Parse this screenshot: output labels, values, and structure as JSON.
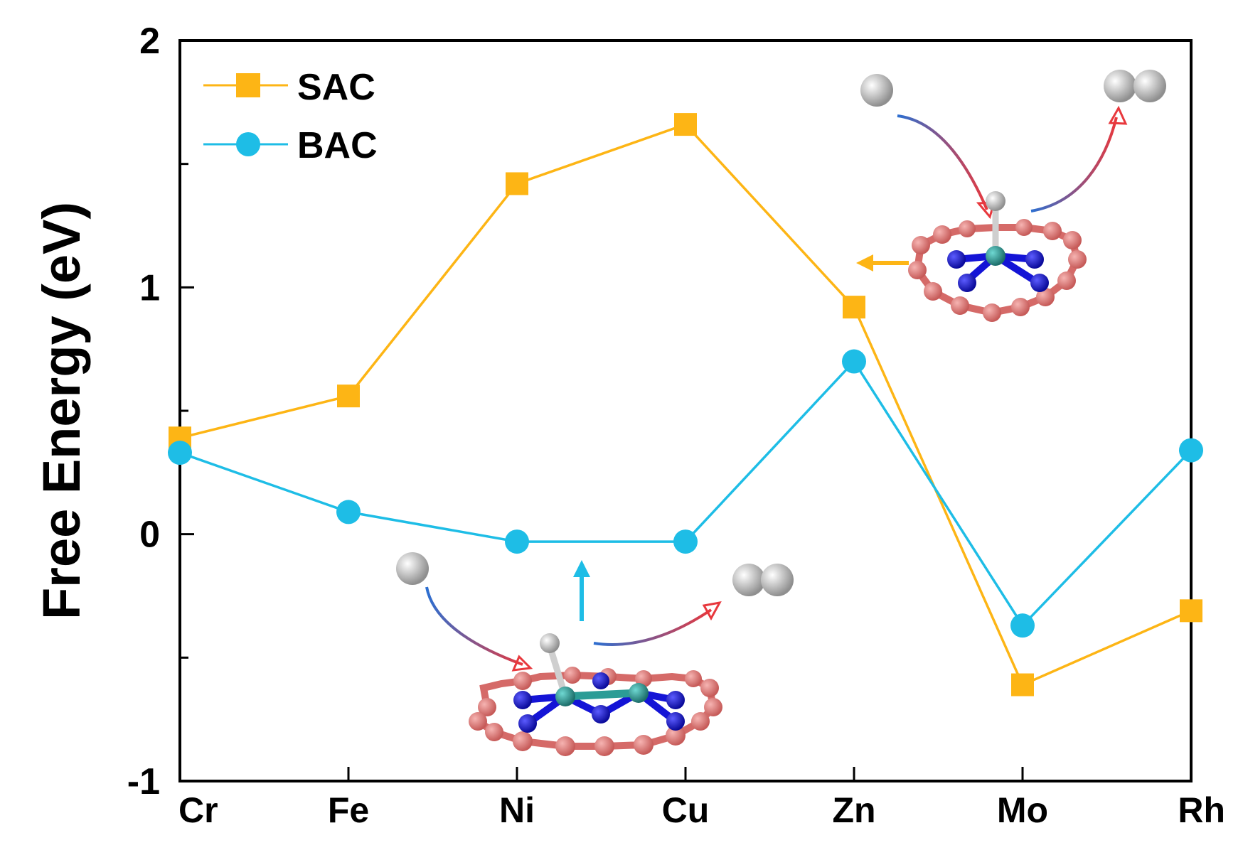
{
  "chart_data": {
    "type": "line",
    "ylabel": "Free Energy (eV)",
    "xlabel": "",
    "categories": [
      "Cr",
      "Fe",
      "Ni",
      "Cu",
      "Zn",
      "Mo",
      "Rh"
    ],
    "ylim": [
      -1,
      2
    ],
    "yticks": [
      -1,
      0,
      1,
      2
    ],
    "grid": false,
    "legend_position": "top-left",
    "series": [
      {
        "name": "SAC",
        "marker": "square",
        "color": "#FDB515",
        "values": [
          0.39,
          0.56,
          1.42,
          1.66,
          0.92,
          -0.61,
          -0.31
        ]
      },
      {
        "name": "BAC",
        "marker": "circle",
        "color": "#1EBDE6",
        "values": [
          0.33,
          0.09,
          -0.03,
          -0.03,
          0.7,
          -0.37,
          0.34
        ]
      }
    ]
  },
  "colors": {
    "sac": "#FDB515",
    "bac": "#1EBDE6",
    "arrow_red": "#E8383D",
    "arrow_blue": "#2C6FD1",
    "carbon": "#E47A78",
    "nitrogen": "#1414D6",
    "metal": "#2B9C96",
    "hydrogen": "#E6E6E6"
  },
  "insets": [
    {
      "name": "single-atom-catalyst-structure",
      "icon": "sac-h-adsorption-icon"
    },
    {
      "name": "bi-atom-catalyst-structure",
      "icon": "bac-h-adsorption-icon"
    }
  ]
}
